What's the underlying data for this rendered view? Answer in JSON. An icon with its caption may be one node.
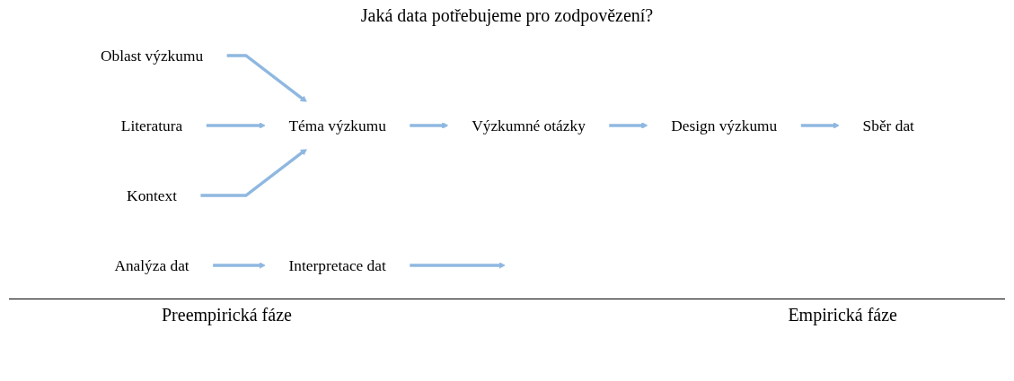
{
  "diagram": {
    "title": "Jaká data potřebujeme pro zodpovězení?",
    "nodes": [
      {
        "text": [
          "Oblast výzkumu"
        ]
      },
      {
        "text": [
          "Literatura"
        ]
      },
      {
        "text": [
          "Téma výzkumu"
        ]
      },
      {
        "text": [
          "Kontext"
        ]
      },
      {
        "text": [
          "Výzkumné otázky"
        ]
      },
      {
        "text": [
          "Design výzkumu"
        ]
      },
      {
        "text": [
          "Sběr dat"
        ]
      },
      {
        "text": [
          "Analýza dat"
        ]
      },
      {
        "text": [
          "Interpretace dat"
        ]
      }
    ],
    "edges": [
      {
        "from": 0,
        "to": 2,
        "arrow": "to"
      },
      {
        "from": 1,
        "to": 2,
        "arrow": "to"
      },
      {
        "from": 3,
        "to": 2,
        "arrow": "to"
      },
      {
        "from": 2,
        "to": 4,
        "arrow": "to"
      },
      {
        "from": 4,
        "to": 5,
        "arrow": "to"
      },
      {
        "from": 5,
        "to": 6,
        "arrow": "to"
      },
      {
        "from": 7,
        "to": 8,
        "arrow": "to"
      },
      {
        "from": 8,
        "to": null,
        "arrow": "to"
      }
    ],
    "labels": [
      "Preempirická fáze",
      "Empirická fáze"
    ]
  }
}
